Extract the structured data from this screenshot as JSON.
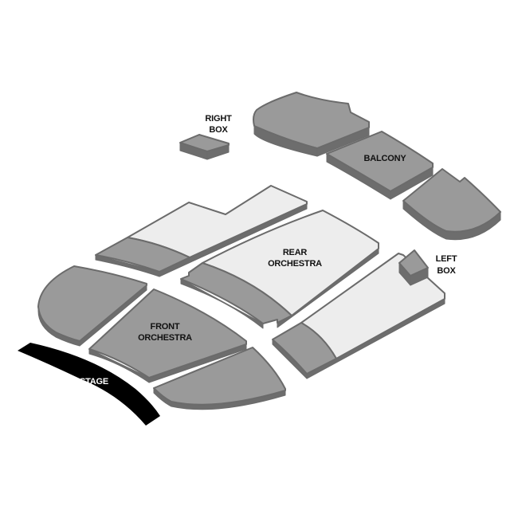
{
  "title": "Theater Seating Chart",
  "colors": {
    "background": "#ffffff",
    "section_dark": "#9a9a9a",
    "section_light": "#ededed",
    "section_side": "#6d6d6d",
    "outline": "#6b6b6b",
    "stage": "#000000",
    "label_text": "#111111",
    "stage_text": "#ffffff"
  },
  "sections": {
    "stage": {
      "line1": "STAGE"
    },
    "right_box": {
      "line1": "RIGHT",
      "line2": "BOX"
    },
    "balcony": {
      "line1": "BALCONY"
    },
    "rear_orchestra": {
      "line1": "REAR",
      "line2": "ORCHESTRA"
    },
    "front_orchestra": {
      "line1": "FRONT",
      "line2": "ORCHESTRA"
    },
    "left_box": {
      "line1": "LEFT",
      "line2": "BOX"
    }
  }
}
